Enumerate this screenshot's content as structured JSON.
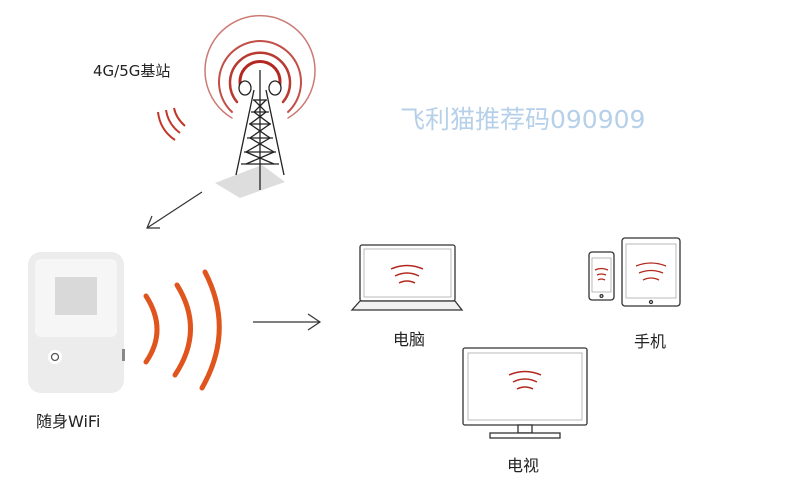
{
  "labels": {
    "base_station": "4G/5G基站",
    "portable_wifi": "随身WiFi",
    "computer": "电脑",
    "phone": "手机",
    "tv": "电视"
  },
  "watermark": "飞利猫推荐码090909",
  "colors": {
    "signal_red": "#b2281e",
    "wifi_orange": "#e0541e",
    "watermark": "#b6d0ea"
  }
}
